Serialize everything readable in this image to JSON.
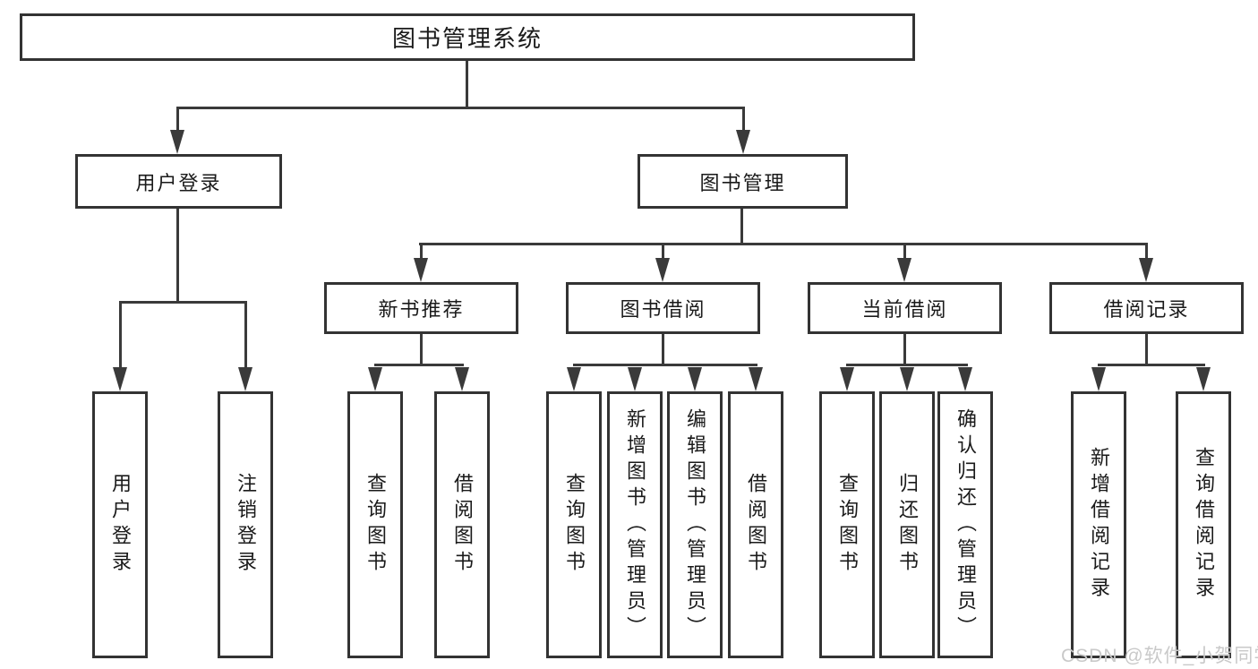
{
  "tree": {
    "root_label": "图书管理系统",
    "user_login": {
      "label": "用户登录",
      "leaves": [
        "用户登录",
        "注销登录"
      ]
    },
    "book_mgmt": {
      "label": "图书管理",
      "sections": [
        {
          "label": "新书推荐",
          "leaves": [
            "查询图书",
            "借阅图书"
          ]
        },
        {
          "label": "图书借阅",
          "leaves": [
            "查询图书",
            "新增图书（管理员）",
            "编辑图书（管理员）",
            "借阅图书"
          ]
        },
        {
          "label": "当前借阅",
          "leaves": [
            "查询图书",
            "归还图书",
            "确认归还（管理员）"
          ]
        },
        {
          "label": "借阅记录",
          "leaves": [
            "新增借阅记录",
            "查询借阅记录"
          ]
        }
      ]
    }
  },
  "watermark": {
    "text": "CSDN @软件_小贺同学"
  },
  "colors": {
    "border": "#333333",
    "line": "#3a3a3a",
    "text": "#1a1a1a",
    "watermark": "#c9c9c9",
    "background": "#ffffff"
  }
}
